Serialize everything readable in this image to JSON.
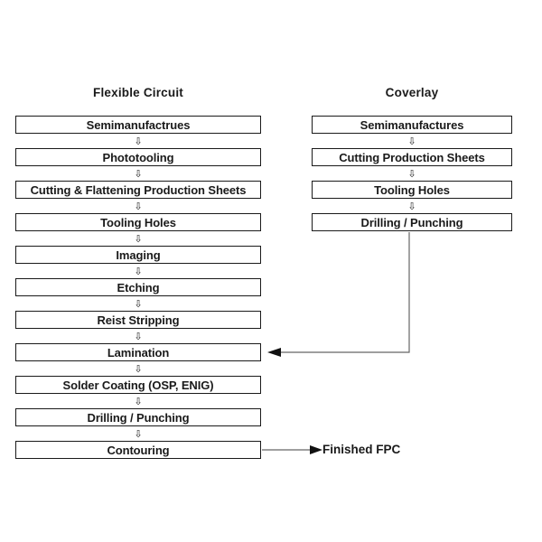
{
  "flowchart": {
    "left_column": {
      "title": "Flexible Circuit",
      "steps": [
        "Semimanufactrues",
        "Phototooling",
        "Cutting & Flattening Production Sheets",
        "Tooling Holes",
        "Imaging",
        "Etching",
        "Reist Stripping",
        "Lamination",
        "Solder Coating (OSP, ENIG)",
        "Drilling / Punching",
        "Contouring"
      ]
    },
    "right_column": {
      "title": "Coverlay",
      "steps": [
        "Semimanufactures",
        "Cutting Production Sheets",
        "Tooling Holes",
        "Drilling / Punching"
      ]
    },
    "finished_label": "Finished FPC",
    "glyphs": {
      "down_arrow": "⇩"
    },
    "colors": {
      "background": "#ffffff",
      "box_border": "#1a1a1a",
      "text": "#1a1a1a",
      "connector_line": "#666666",
      "arrowhead": "#111111"
    }
  }
}
